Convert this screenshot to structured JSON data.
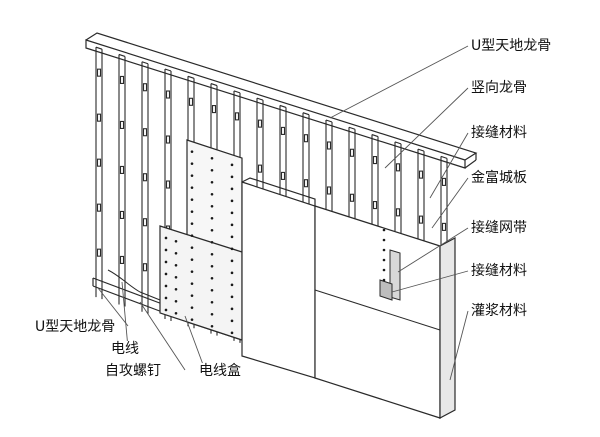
{
  "labels": {
    "u_track_top": "U型天地龙骨",
    "vertical_stud": "竖向龙骨",
    "joint_material_1": "接缝材料",
    "board": "金富城板",
    "joint_tape": "接缝网带",
    "joint_material_2": "接缝材料",
    "grout_material": "灌浆材料",
    "u_track_bottom": "U型天地龙骨",
    "electric_wire": "电线",
    "self_tapping_screw": "自攻螺钉",
    "electric_box": "电线盒"
  },
  "colors": {
    "line": "#2a2a2a",
    "leader": "#555555",
    "board_fill": "#f6f6f6",
    "screw": "#1a1a1a"
  }
}
